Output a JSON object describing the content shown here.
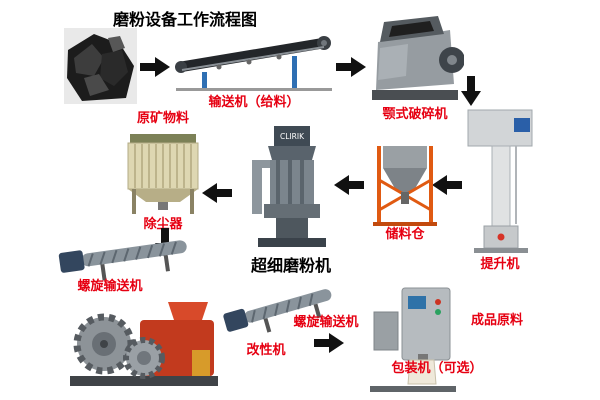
{
  "title": "磨粉设备工作流程图",
  "mill_logo": "CLIRIK",
  "labels": {
    "raw_material": "原矿物料",
    "conveyor_feed": "输送机（给料）",
    "jaw_crusher": "颚式破碎机",
    "bucket_elevator": "提升机",
    "storage_silo": "储料仓",
    "ultrafine_mill": "超细磨粉机",
    "dust_collector": "除尘器",
    "screw_conveyor_left": "螺旋输送机",
    "modifier_machine": "改性机",
    "screw_conveyor_mid": "螺旋输送机",
    "finished_material": "成品原料",
    "packing_machine": "包装机（可选）"
  },
  "flow": [
    "raw_material",
    "conveyor_feed",
    "jaw_crusher",
    "bucket_elevator",
    "storage_silo",
    "ultrafine_mill",
    "dust_collector",
    "screw_conveyor_left",
    "modifier_machine",
    "screw_conveyor_mid",
    "packing_machine"
  ],
  "colors": {
    "label_red": "#e60012",
    "title_color": "#000000",
    "arrow_color": "#111111",
    "background": "#ffffff"
  }
}
